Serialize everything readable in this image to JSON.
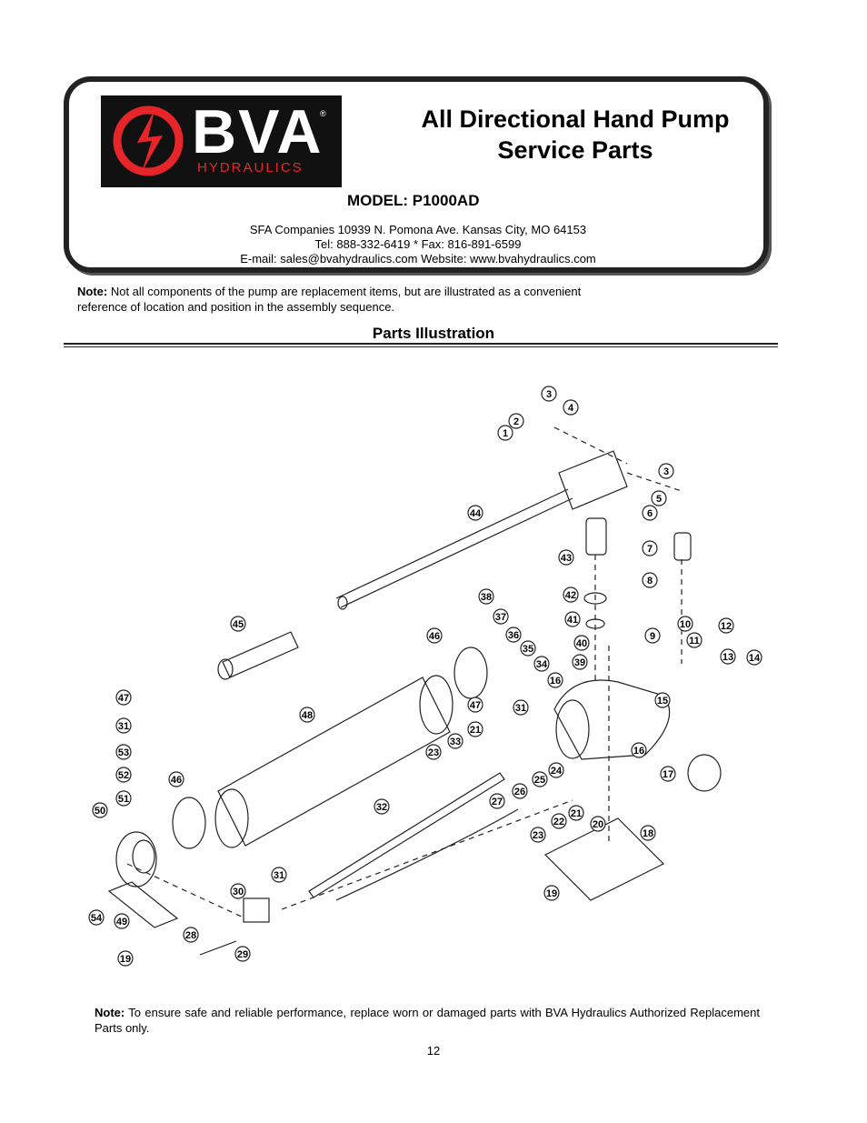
{
  "header": {
    "brand": "BVA",
    "brand_sub": "HYDRAULICS",
    "registered": "®",
    "title_line1": "All Directional Hand Pump",
    "title_line2": "Service Parts",
    "model": "MODEL: P1000AD",
    "address": "SFA Companies     10939  N. Pomona Ave. Kansas City, MO 64153",
    "phone_fax": "Tel: 888-332-6419     *     Fax: 816-891-6599",
    "email_web": "E-mail: sales@bvahydraulics.com          Website: www.bvahydraulics.com"
  },
  "note_top": {
    "label": "Note:",
    "text": " Not all components of the pump are replacement items, but are illustrated as a convenient reference of location and position in the assembly sequence."
  },
  "section_title": "Parts Illustration",
  "part_labels": [
    "1",
    "2",
    "3",
    "4",
    "3",
    "5",
    "6",
    "44",
    "43",
    "7",
    "8",
    "42",
    "41",
    "40",
    "39",
    "38",
    "37",
    "36",
    "35",
    "34",
    "16",
    "45",
    "46",
    "10",
    "12",
    "11",
    "9",
    "13",
    "14",
    "15",
    "47",
    "31",
    "48",
    "21",
    "33",
    "23",
    "24",
    "25",
    "26",
    "16",
    "17",
    "47",
    "31",
    "53",
    "52",
    "51",
    "46",
    "50",
    "32",
    "27",
    "22",
    "21",
    "20",
    "23",
    "18",
    "19",
    "54",
    "49",
    "30",
    "31",
    "28",
    "29",
    "19"
  ],
  "note_bottom": {
    "label": "Note:",
    "text": "  To ensure safe and reliable performance, replace worn or damaged parts with BVA Hydraulics Authorized Replacement Parts only."
  },
  "page_number": "12",
  "colors": {
    "brand_red": "#e5252a",
    "dark": "#222222"
  }
}
